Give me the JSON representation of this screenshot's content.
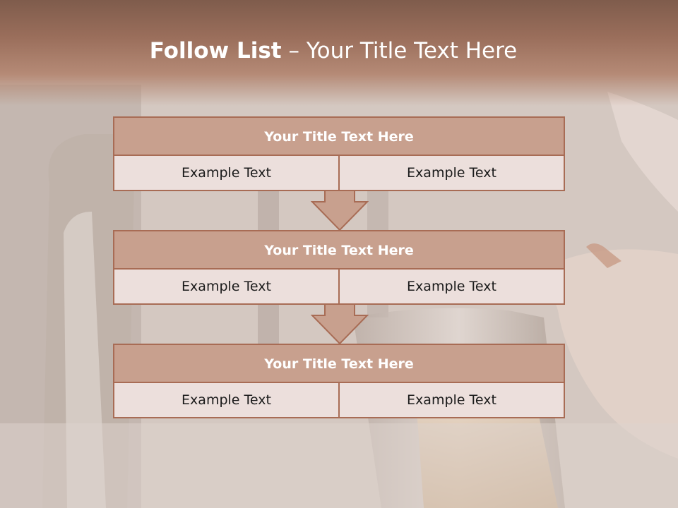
{
  "slide": {
    "title_bold": "Follow List",
    "title_rest": " – Your Title Text Here"
  },
  "blocks": [
    {
      "title": "Your Title Text Here",
      "left": "Example Text",
      "right": "Example Text"
    },
    {
      "title": "Your Title Text Here",
      "left": "Example Text",
      "right": "Example Text"
    },
    {
      "title": "Your Title Text Here",
      "left": "Example Text",
      "right": "Example Text"
    }
  ],
  "colors": {
    "title_band": "#9a6e5b",
    "block_title_fill": "#c8a08e",
    "block_border": "#a86c55",
    "cell_fill": "#ecdfdc"
  }
}
